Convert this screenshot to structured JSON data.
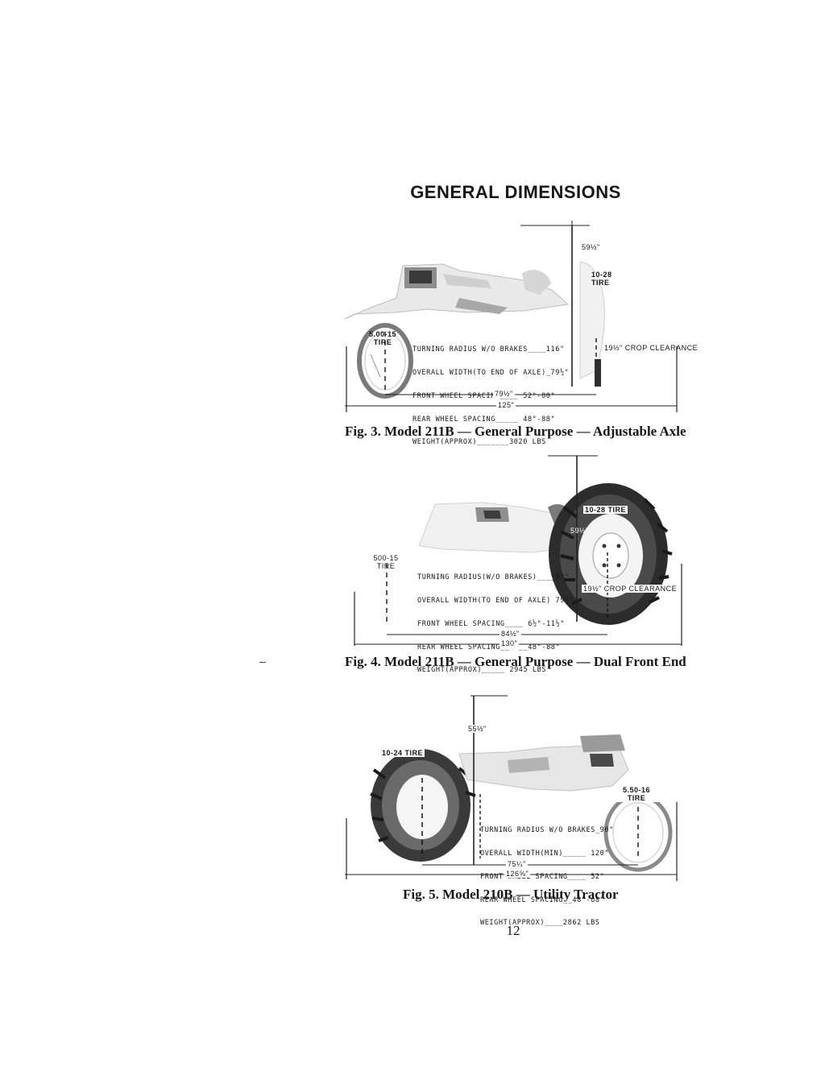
{
  "page": {
    "title": "GENERAL DIMENSIONS",
    "page_number": "12"
  },
  "figures": [
    {
      "caption": "Fig. 3.  Model 211B — General Purpose — Adjustable Axle",
      "labels": {
        "height": "59½\"",
        "rear_tire": "10-28\nTIRE",
        "front_tire": "5.00-15\nTIRE",
        "clearance": "19½\" CROP CLEARANCE",
        "wheelbase": "79½\"",
        "overall_length": "125\""
      },
      "specs": [
        "TURNING RADIUS W/O BRAKES____116\"",
        "OVERALL WIDTH(TO END OF AXLE)_79½\"",
        "FRONT WHEEL SPACING____ 52\"-80\"",
        "REAR WHEEL SPACING_____ 48\"-88\"",
        "WEIGHT(APPROX)_______3020 LBS"
      ]
    },
    {
      "caption": "Fig. 4.  Model 211B — General Purpose — Dual Front End",
      "labels": {
        "height": "59½\"",
        "rear_tire": "10-28 TIRE",
        "front_tire": "500-15\nTIRE",
        "clearance": "19½\" CROP CLEARANCE",
        "wheelbase": "84½\"",
        "overall_length": "130\""
      },
      "specs": [
        "TURNING RADIUS(W/O BRAKES)____93\"",
        "OVERALL WIDTH(TO END OF AXLE) 79½\"",
        "FRONT WHEEL SPACING____ 6½\"-11½\"",
        "REAR WHEEL SPACING__  __48\"-88\"",
        "WEIGHT(APPROX)_____ 2945 LBS"
      ]
    },
    {
      "caption": "Fig. 5.  Model 210B — Utility Tractor",
      "labels": {
        "height": "55½\"",
        "rear_tire": "10-24 TIRE",
        "front_tire": "5.50-16\nTIRE",
        "wheelbase": "75¼\"",
        "overall_length": "126⅝\""
      },
      "specs": [
        "TURNING RADIUS W/O BRAKES_90\"",
        "OVERALL WIDTH(MIN)_____ 120\"",
        "FRONT WHEEL SPACING____ 52\"",
        "REAR WHEEL SPACING__48\"-68\"",
        "WEIGHT(APPROX)____2862 LBS"
      ]
    }
  ]
}
